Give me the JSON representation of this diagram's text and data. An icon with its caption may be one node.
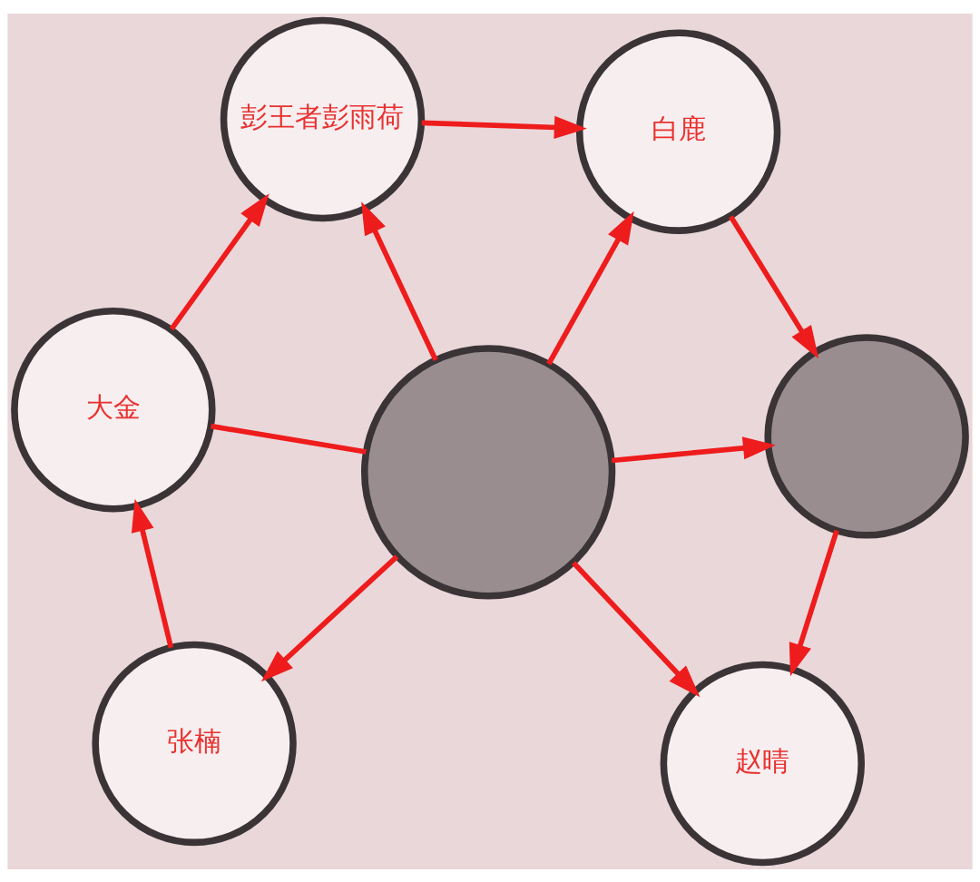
{
  "diagram": {
    "nodes": [
      {
        "text": [
          "大金"
        ]
      },
      {
        "text": [
          "彭王者彭雨荷"
        ]
      },
      {
        "text": [
          "张楠"
        ]
      },
      {
        "text": [],
        "shape": "circle"
      },
      {
        "text": [
          "赵晴"
        ]
      },
      {
        "text": [
          "白鹿"
        ]
      },
      {
        "text": [],
        "shape": "circle"
      }
    ],
    "edges": [
      {
        "from": 2,
        "to": 0,
        "arrow": "to"
      },
      {
        "from": 0,
        "to": 1,
        "arrow": "to"
      },
      {
        "from": 1,
        "to": 5,
        "arrow": "to"
      },
      {
        "from": 5,
        "to": 6,
        "arrow": "to"
      },
      {
        "from": 6,
        "to": 4,
        "arrow": "to"
      },
      {
        "from": 3,
        "to": 0,
        "arrow": "none"
      },
      {
        "from": 3,
        "to": 2,
        "arrow": "to"
      },
      {
        "from": 3,
        "to": 1,
        "arrow": "to"
      },
      {
        "from": 3,
        "to": 4,
        "arrow": "to"
      },
      {
        "from": 3,
        "to": 5,
        "arrow": "to"
      },
      {
        "from": 3,
        "to": 6,
        "arrow": "to"
      }
    ]
  }
}
